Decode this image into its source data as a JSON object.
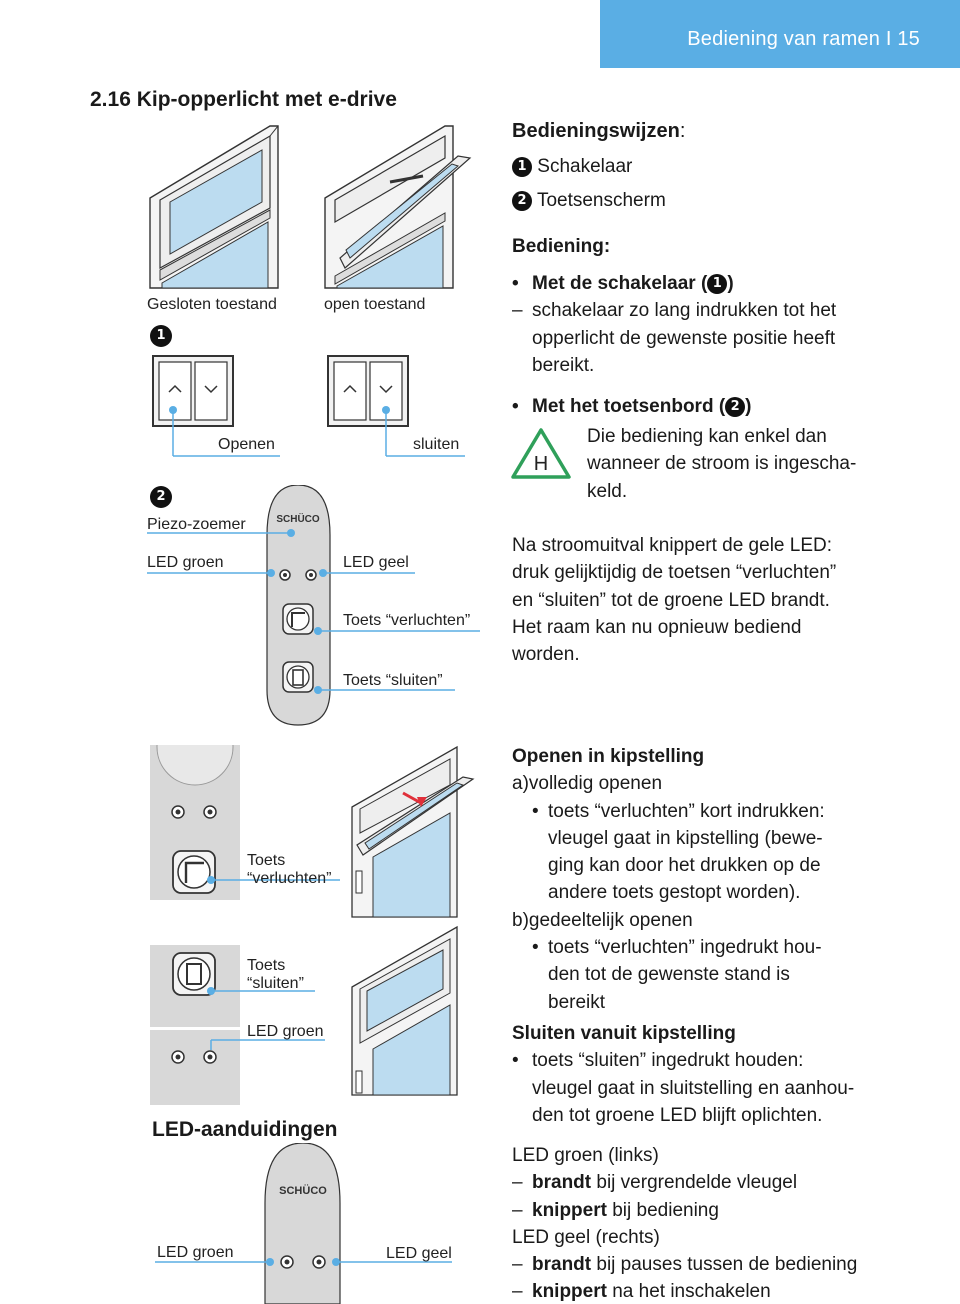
{
  "header": {
    "title": "Bediening van ramen I 15",
    "accent": "#5aaee4"
  },
  "section": {
    "title": "2.16 Kip-opperlicht met e-drive"
  },
  "figure1": {
    "closed_label": "Gesloten toestand",
    "open_label": "open toestand",
    "marker1": "1",
    "marker2": "2",
    "openen": "Openen",
    "sluiten": "sluiten",
    "piezo": "Piezo-zoemer",
    "led_groen": "LED groen",
    "led_geel": "LED geel",
    "toets_verluchten": "Toets “verluchten”",
    "toets_sluiten": "Toets “sluiten”",
    "brand": "SCHÜCO"
  },
  "modes": {
    "title": "Bedieningswijzen",
    "colon": ":",
    "item1_num": "1",
    "item1": "Schakelaar",
    "item2_num": "2",
    "item2": "Toetsenscherm"
  },
  "operation": {
    "title": "Bediening:",
    "b1_pre": "Met de schakelaar (",
    "b1_num": "1",
    "b1_post": ")",
    "d1": "schakelaar zo lang indrukken tot het",
    "d1b": "opperlicht de gewenste positie heeft",
    "d1c": "bereikt.",
    "b2_pre": "Met het toetsenbord (",
    "b2_num": "2",
    "b2_post": ")",
    "note1": "Die bediening kan enkel dan",
    "note2": "wanneer de stroom is ingescha-",
    "note3": "keld.",
    "note_icon": "H",
    "p1": "Na stroomuitval knippert de gele LED:",
    "p2": "druk gelijktijdig de toetsen “verluchten”",
    "p3": "en “sluiten” tot de groene LED brandt.",
    "p4": "Het raam kan nu opnieuw bediend",
    "p5": "worden."
  },
  "figure2": {
    "toets": "Toets",
    "verluchten": "“verluchten”",
    "toets2": "Toets",
    "sluiten": "“sluiten”",
    "led_groen": "LED groen",
    "led_title": "LED-aanduidingen",
    "led_groen2": "LED groen",
    "led_geel": "LED geel",
    "brand": "SCHÜCO"
  },
  "kip": {
    "title": "Openen in kipstelling",
    "a": "a)volledig openen",
    "a1": "toets “verluchten” kort indrukken:",
    "a2": "vleugel gaat in kipstelling (bewe-",
    "a3": "ging kan door het drukken op de",
    "a4": "andere toets gestopt worden).",
    "b": "b)gedeeltelijk openen",
    "b1": "toets “verluchten” ingedrukt hou-",
    "b2": "den tot de gewenste stand is",
    "b3": "bereikt",
    "s_title": "Sluiten vanuit kipstelling",
    "s1": "toets “sluiten” ingedrukt houden:",
    "s2": "vleugel gaat in sluitstelling en aanhou-",
    "s3": "den tot groene LED blijft oplichten."
  },
  "leds": {
    "groen": "LED groen (links)",
    "g1_b": "brandt",
    "g1": " bij vergrendelde vleugel",
    "g2_b": "knippert",
    "g2": " bij bediening",
    "geel": "LED geel (rechts)",
    "y1_b": "brandt",
    "y1": " bij pauses tussen de bediening",
    "y2_b": "knippert",
    "y2": " na het inschakelen"
  }
}
